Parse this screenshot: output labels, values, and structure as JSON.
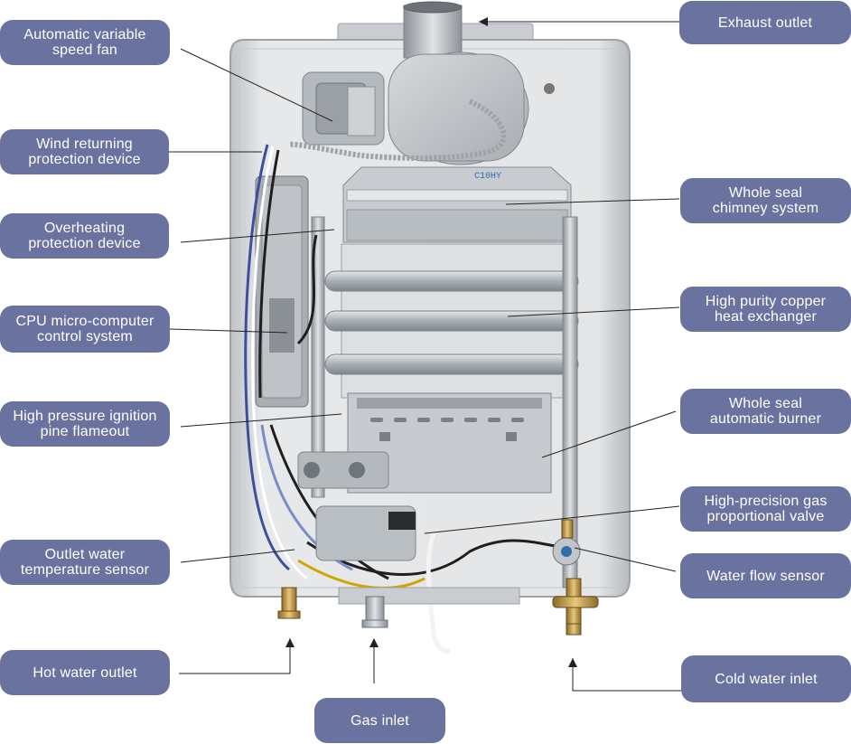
{
  "labels": {
    "exhaust_outlet": "Exhaust outlet",
    "auto_fan": "Automatic variable\nspeed fan",
    "wind_returning": "Wind returning\nprotection device",
    "whole_seal_chimney": "Whole seal\nchimney system",
    "overheating": "Overheating\nprotection device",
    "copper_heat_exchanger": "High purity copper\nheat exchanger",
    "cpu_control": "CPU micro-computer\ncontrol system",
    "whole_seal_burner": "Whole seal\nautomatic burner",
    "ignition_flameout": "High pressure ignition\npine flameout",
    "gas_valve": "High-precision gas\nproportional valve",
    "outlet_water_sensor": "Outlet water\ntemperature sensor",
    "water_flow_sensor": "Water flow sensor",
    "hot_water_outlet": "Hot water outlet",
    "cold_water_inlet": "Cold water inlet",
    "gas_inlet": "Gas inlet"
  },
  "colors": {
    "label_bg": "#6a73a0",
    "label_text": "#ffffff",
    "casing": "#d9dbdd",
    "leader_line": "#222222"
  }
}
